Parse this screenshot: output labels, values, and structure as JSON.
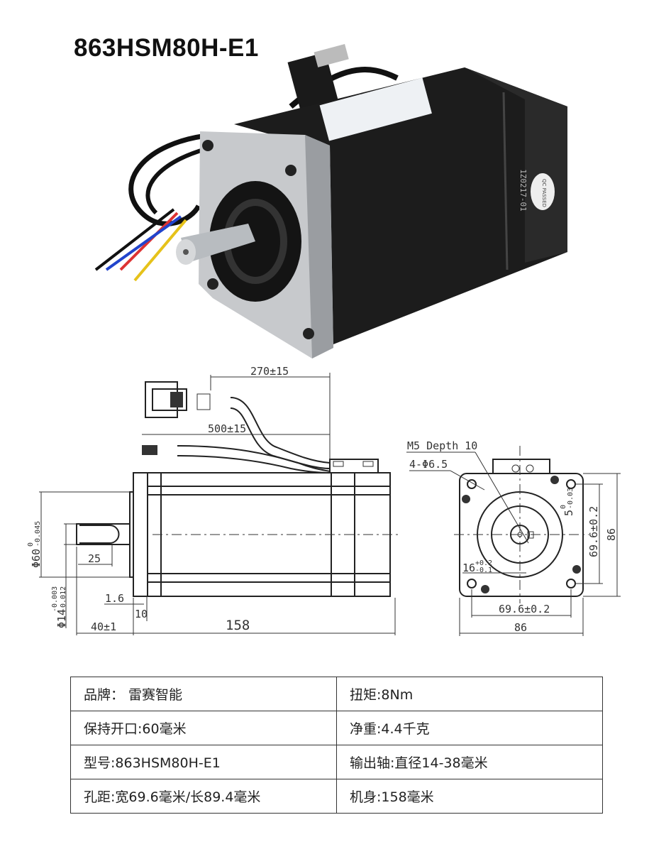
{
  "title": "863HSM80H-E1",
  "photo": {
    "label_text": "QC PASSED",
    "serial": "1Z0217-01"
  },
  "drawing": {
    "side": {
      "cable1": "270±15",
      "cable2": "500±15",
      "flange_dia": "Φ60",
      "flange_tol_upper": "0",
      "flange_tol_lower": "-0.045",
      "shaft_dia": "Φ14",
      "shaft_tol_upper": "-0.003",
      "shaft_tol_lower": "-0.012",
      "key_length": "25",
      "step": "1.6",
      "flange_thickness": "10",
      "shaft_length": "40±1",
      "body_length": "158"
    },
    "front": {
      "thread": "M5 Depth 10",
      "holes": "4-Φ6.5",
      "key_width": "5",
      "key_tol_upper": "0",
      "key_tol_lower": "-0.03",
      "key_depth": "16",
      "key_depth_tol_upper": "+0.2",
      "key_depth_tol_lower": "-0.1",
      "hole_spacing_h": "69.6±0.2",
      "hole_spacing_v": "69.6±0.2",
      "width": "86",
      "height": "86"
    }
  },
  "specs": [
    [
      "品牌：  雷赛智能",
      "扭矩:8Nm"
    ],
    [
      "保持开口:60毫米",
      "净重:4.4千克"
    ],
    [
      "型号:863HSM80H-E1",
      "输出轴:直径14-38毫米"
    ],
    [
      "孔距:宽69.6毫米/长89.4毫米",
      "机身:158毫米"
    ]
  ]
}
